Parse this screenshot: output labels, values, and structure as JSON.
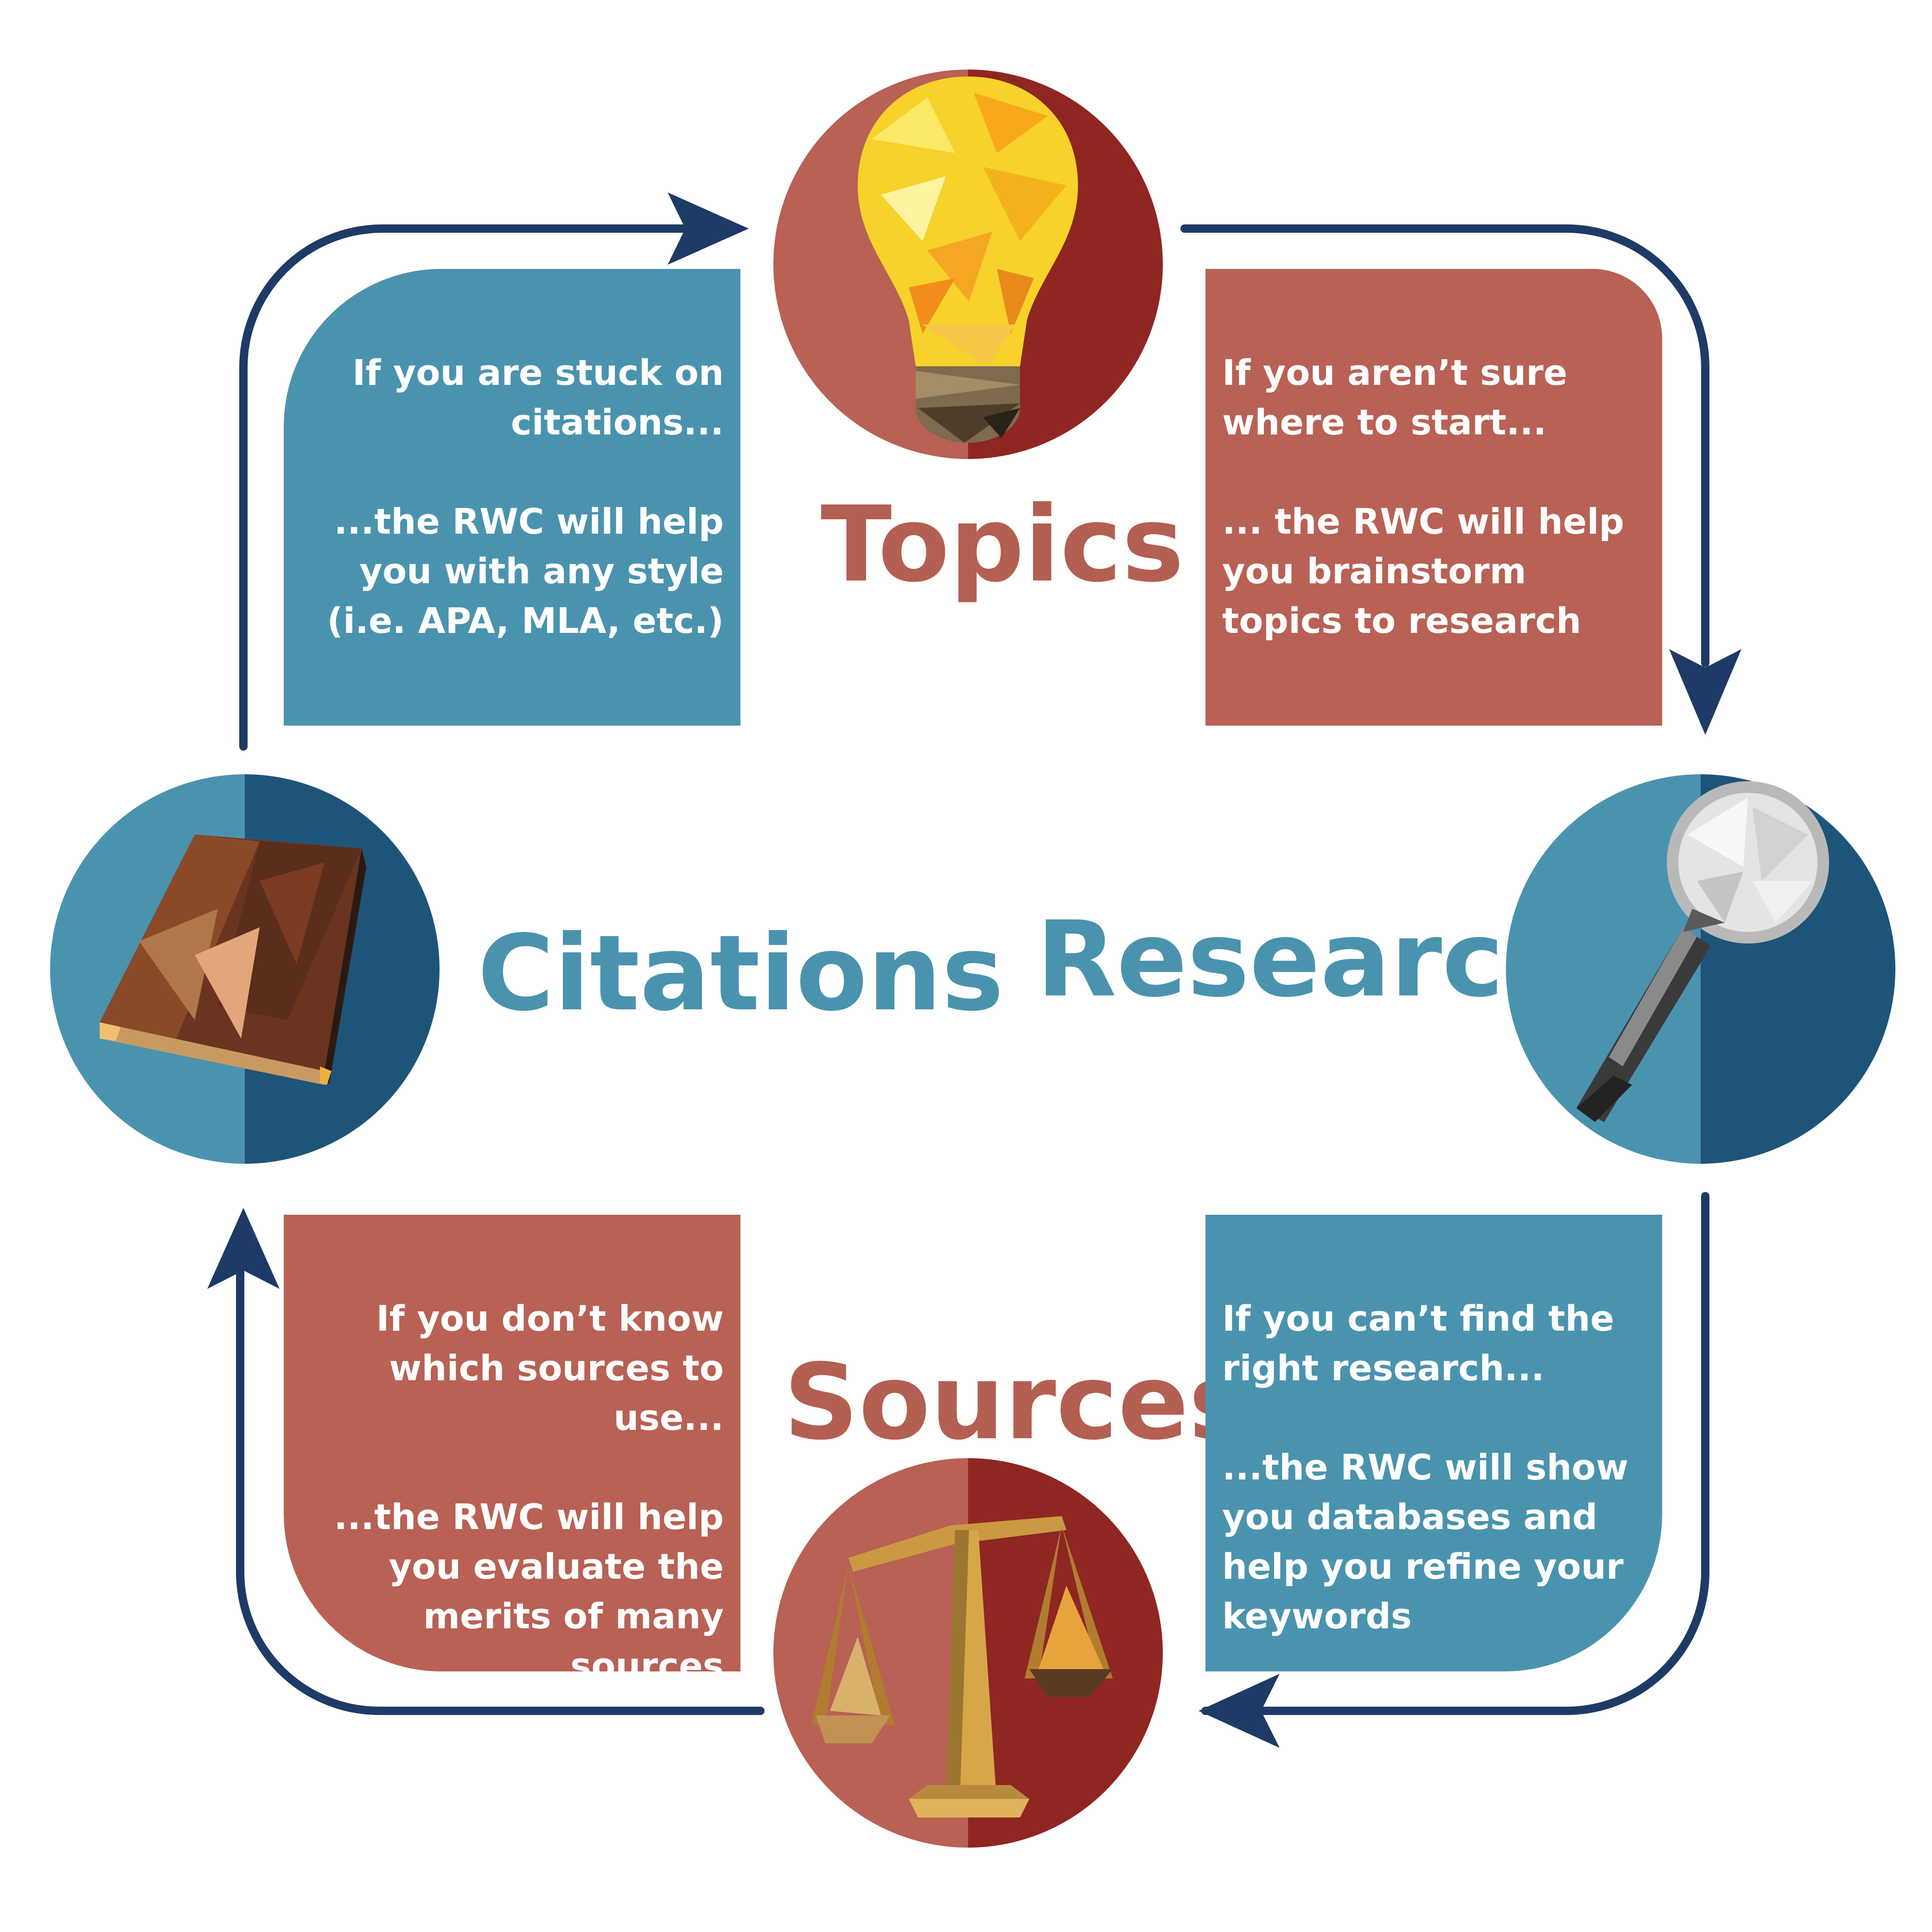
{
  "stages": {
    "topics": {
      "title": "Topics",
      "prompt": "If you aren’t sure where to start...",
      "help": "... the RWC will help you brainstorm topics to research",
      "icon": "lightbulb-icon"
    },
    "research": {
      "title": "Research",
      "prompt": "If you can’t find the right research...",
      "help": "...the RWC will show you databases and help you refine your keywords",
      "icon": "magnifying-glass-icon"
    },
    "sources": {
      "title": "Sources",
      "prompt": "If you don’t know which sources to use...",
      "help": "...the RWC will help you evaluate the merits of many sources",
      "icon": "scales-icon"
    },
    "citations": {
      "title": "Citations",
      "prompt": "If you are stuck on citations...",
      "help": "...the RWC will help you with any style (i.e. APA, MLA, etc.)",
      "icon": "book-icon"
    }
  },
  "colors": {
    "terracotta": "#b86154",
    "terracotta_dark": "#8f2622",
    "teal": "#4a93ae",
    "navy": "#1f5479",
    "arrow": "#1e3a66"
  }
}
